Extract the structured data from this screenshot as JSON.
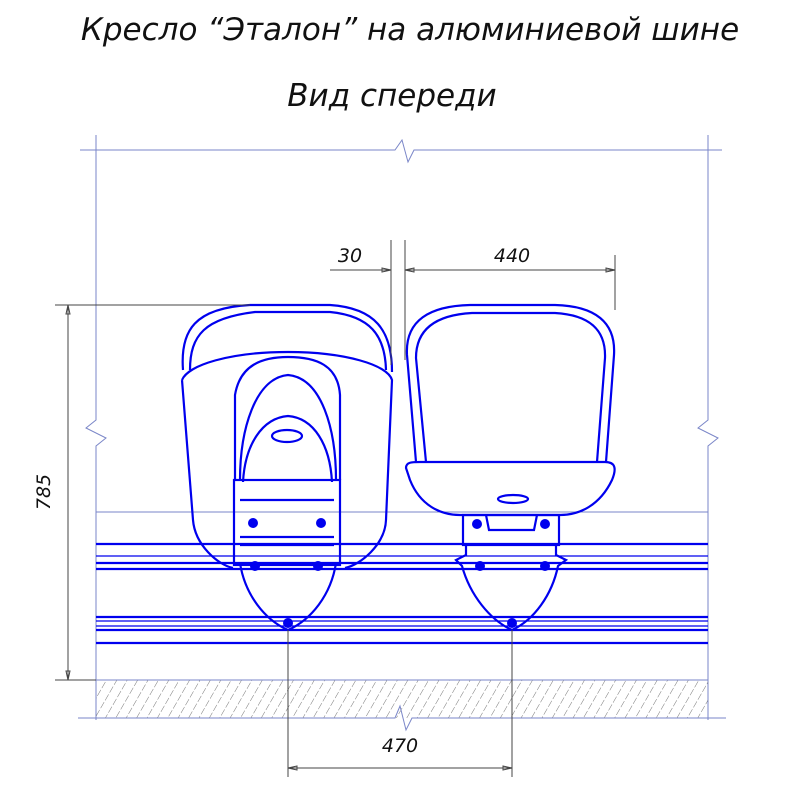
{
  "title": "Кресло “Эталон” на алюминиевой шине",
  "subtitle": "Вид спереди",
  "dimensions": {
    "gap": "30",
    "seat_width": "440",
    "height": "785",
    "pitch": "470"
  },
  "colors": {
    "drawing": "#0000ee",
    "dimension": "#444444"
  }
}
